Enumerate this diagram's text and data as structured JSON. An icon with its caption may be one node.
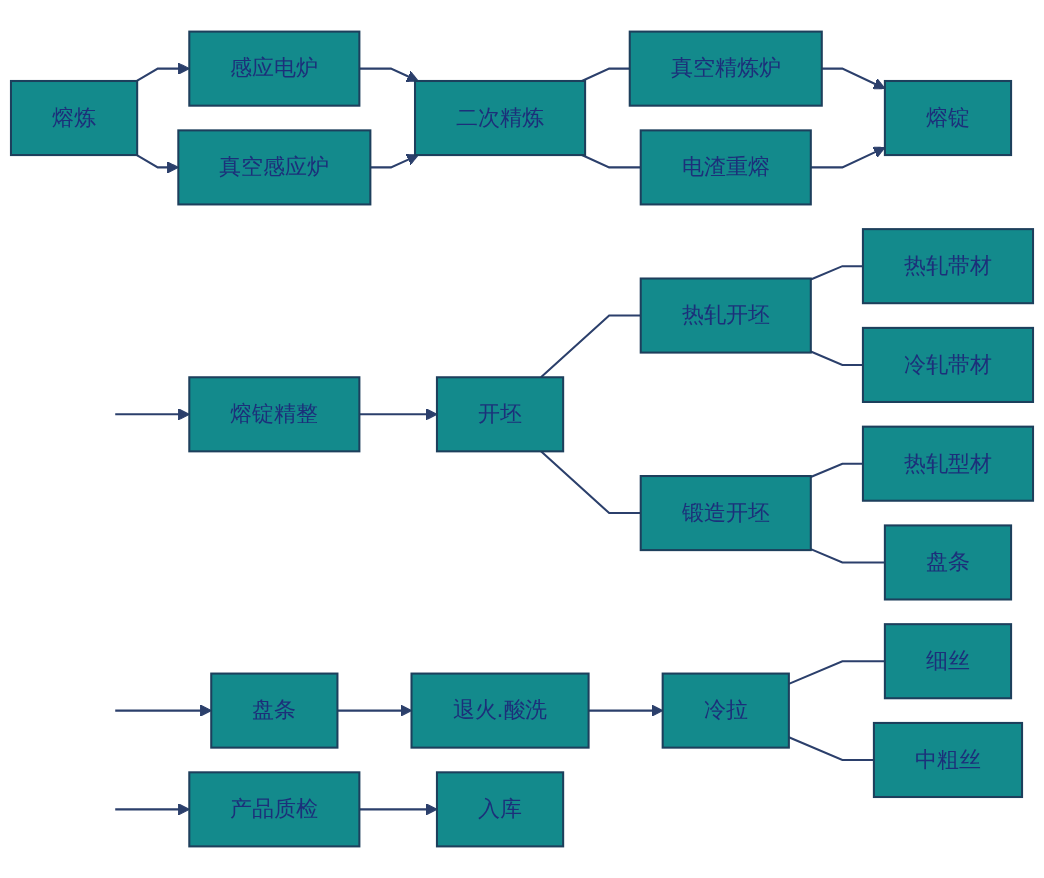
{
  "diagram": {
    "nodes": [
      {
        "text": [
          "熔炼"
        ]
      },
      {
        "text": [
          "感应电炉"
        ]
      },
      {
        "text": [
          "真空感应炉"
        ]
      },
      {
        "text": [
          "二次精炼"
        ]
      },
      {
        "text": [
          "真空精炼炉"
        ]
      },
      {
        "text": [
          "电渣重熔"
        ]
      },
      {
        "text": [
          "熔锭"
        ]
      },
      {
        "text": [
          "熔锭精整"
        ]
      },
      {
        "text": [
          "开坯"
        ]
      },
      {
        "text": [
          "热轧开坯"
        ]
      },
      {
        "text": [
          "锻造开坯"
        ]
      },
      {
        "text": [
          "热轧带材"
        ]
      },
      {
        "text": [
          "冷轧带材"
        ]
      },
      {
        "text": [
          "热轧型材"
        ]
      },
      {
        "text": [
          "盘条"
        ]
      },
      {
        "text": [
          "盘条"
        ]
      },
      {
        "text": [
          "退火.酸洗"
        ]
      },
      {
        "text": [
          "冷拉"
        ]
      },
      {
        "text": [
          "细丝"
        ]
      },
      {
        "text": [
          "中粗丝"
        ]
      },
      {
        "text": [
          "产品质检"
        ]
      },
      {
        "text": [
          "入库"
        ]
      }
    ],
    "edges": [
      {
        "from": 0,
        "to": 1,
        "arrow": "to"
      },
      {
        "from": 0,
        "to": 2,
        "arrow": "to"
      },
      {
        "from": 1,
        "to": 3,
        "arrow": "to"
      },
      {
        "from": 2,
        "to": 3,
        "arrow": "to"
      },
      {
        "from": 3,
        "to": 4,
        "arrow": "none"
      },
      {
        "from": 3,
        "to": 5,
        "arrow": "none"
      },
      {
        "from": 4,
        "to": 6,
        "arrow": "to"
      },
      {
        "from": 5,
        "to": 6,
        "arrow": "to"
      },
      {
        "from": null,
        "to": 7,
        "arrow": "to"
      },
      {
        "from": 7,
        "to": 8,
        "arrow": "to"
      },
      {
        "from": 8,
        "to": 9,
        "arrow": "none"
      },
      {
        "from": 8,
        "to": 10,
        "arrow": "none"
      },
      {
        "from": 9,
        "to": 11,
        "arrow": "none"
      },
      {
        "from": 9,
        "to": 12,
        "arrow": "none"
      },
      {
        "from": 10,
        "to": 13,
        "arrow": "none"
      },
      {
        "from": 10,
        "to": 14,
        "arrow": "none"
      },
      {
        "from": null,
        "to": 15,
        "arrow": "to"
      },
      {
        "from": 15,
        "to": 16,
        "arrow": "to"
      },
      {
        "from": 16,
        "to": 17,
        "arrow": "to"
      },
      {
        "from": 17,
        "to": 18,
        "arrow": "none"
      },
      {
        "from": 17,
        "to": 19,
        "arrow": "none"
      },
      {
        "from": null,
        "to": 20,
        "arrow": "to"
      },
      {
        "from": 20,
        "to": 21,
        "arrow": "to"
      }
    ]
  }
}
